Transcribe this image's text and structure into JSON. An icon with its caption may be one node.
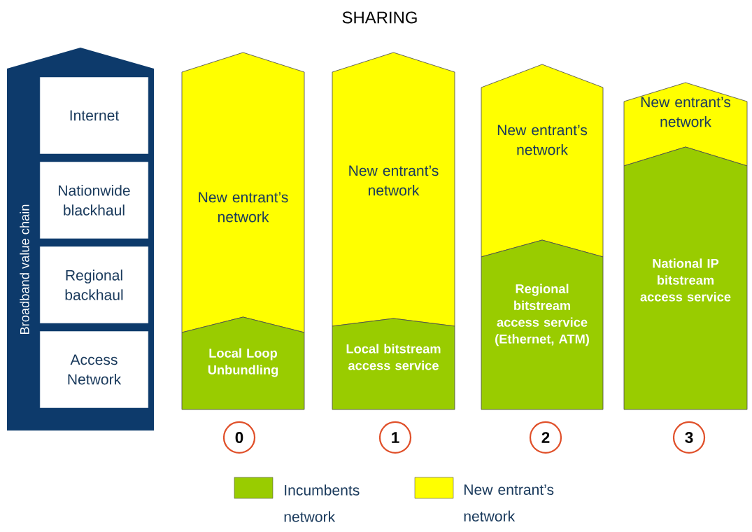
{
  "diagram": {
    "title": "SHARING",
    "nodes": [
      {
        "text": [
          "Broadband value chain"
        ]
      },
      {
        "text": [
          "Internet"
        ],
        "in": 0
      },
      {
        "text": [
          "Nationwide blackhaul"
        ],
        "in": 0
      },
      {
        "text": [
          "Regional backhaul"
        ],
        "in": 0
      },
      {
        "text": [
          "Access Network"
        ],
        "in": 0
      },
      {
        "text": [
          "New entrant’s network"
        ]
      },
      {
        "text": [
          "Local Loop Unbundling"
        ]
      },
      {
        "text": [
          "New entrant’s network"
        ]
      },
      {
        "text": [
          "Local bitstream access service"
        ]
      },
      {
        "text": [
          "New entrant’s network"
        ]
      },
      {
        "text": [
          "Regional bitstream access service (Ethernet, ATM)"
        ]
      },
      {
        "text": [
          "New entrant’s network"
        ]
      },
      {
        "text": [
          "National IP bitstream access service"
        ]
      },
      {
        "text": [
          "0"
        ]
      },
      {
        "text": [
          "1"
        ]
      },
      {
        "text": [
          "2"
        ]
      },
      {
        "text": [
          "3"
        ]
      }
    ],
    "legend": [
      {
        "text": "Incumbents network",
        "color": "#99cc00"
      },
      {
        "text": "New entrant’s network",
        "color": "#ffff00"
      }
    ]
  }
}
